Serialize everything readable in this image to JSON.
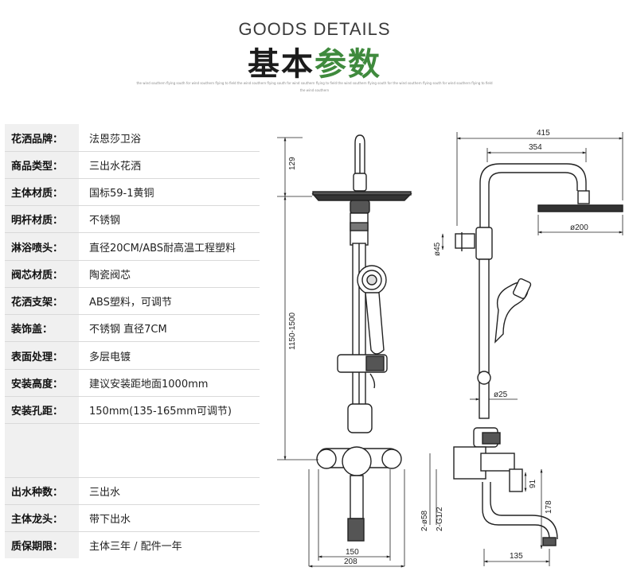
{
  "header": {
    "title_en": "GOODS DETAILS",
    "title_cn_part1": "基本",
    "title_cn_part2": "参数",
    "fine_print": "the wind southern flying south for wind southern flying to field the wind southern flying south for wind southern flying to field the wind southern flying south for the wind southern flying south for wind southern flying to field the wind southern"
  },
  "specs": [
    {
      "label": "花洒品牌：",
      "value": "法恩莎卫浴"
    },
    {
      "label": "商品类型：",
      "value": "三出水花洒"
    },
    {
      "label": "主体材质：",
      "value": "国标59-1黄铜"
    },
    {
      "label": "明杆材质：",
      "value": "不锈钢"
    },
    {
      "label": "淋浴喷头：",
      "value": "直径20CM/ABS耐高温工程塑料"
    },
    {
      "label": "阀芯材质：",
      "value": "陶瓷阀芯"
    },
    {
      "label": "花洒支架：",
      "value": "ABS塑料，可调节"
    },
    {
      "label": "装饰盖：",
      "value": "不锈钢 直径7CM"
    },
    {
      "label": "表面处理：",
      "value": "多层电镀"
    },
    {
      "label": "安装高度：",
      "value": "建议安装距地面1000mm"
    },
    {
      "label": "安装孔距：",
      "value": "150mm(135-165mm可调节)"
    },
    {
      "label": "",
      "value": ""
    },
    {
      "label": "出水种数：",
      "value": "三出水"
    },
    {
      "label": "主体龙头：",
      "value": "带下出水"
    },
    {
      "label": "质保期限：",
      "value": "主体三年 / 配件一年"
    }
  ],
  "drawing": {
    "front": {
      "dim_top": "129",
      "dim_height": "1150-1500",
      "dim_inner": "150",
      "dim_outer": "208"
    },
    "side": {
      "dim_total": "415",
      "dim_reach": "354",
      "dim_head_dia": "ø200",
      "dim_holder_dia": "ø45",
      "dim_pipe_dia": "ø25",
      "dim_thread1": "2-ø58",
      "dim_thread2": "2-G1/2",
      "dim_91": "91",
      "dim_178": "178",
      "dim_135": "135"
    }
  }
}
